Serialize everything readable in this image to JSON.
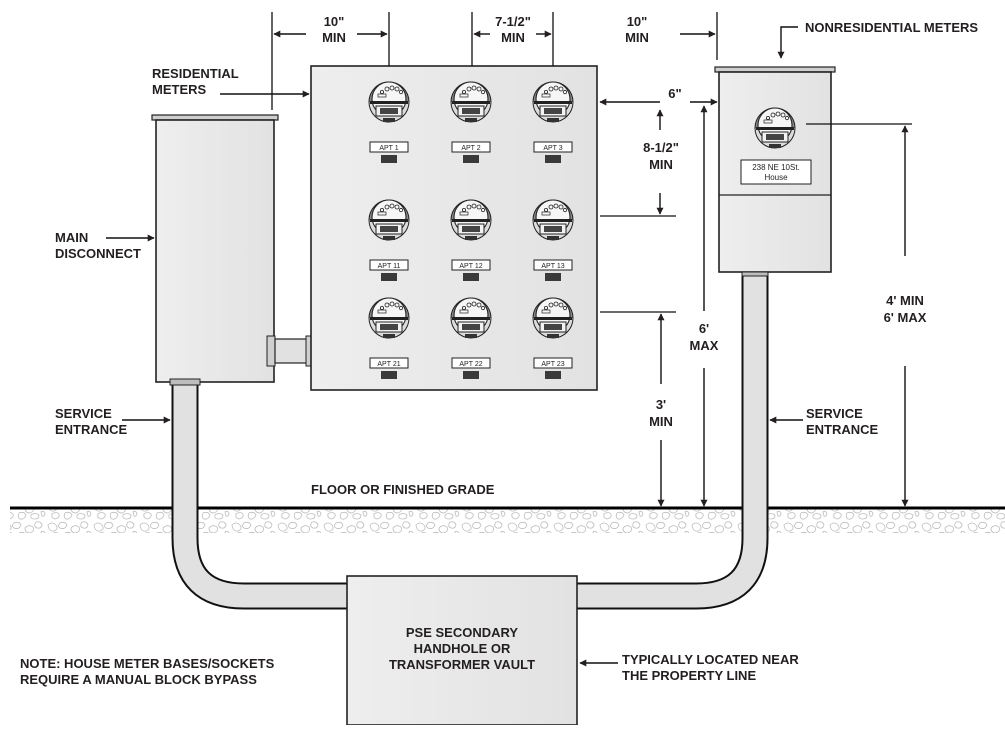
{
  "labels": {
    "residential_meters": [
      "RESIDENTIAL",
      "METERS"
    ],
    "main_disconnect": [
      "MAIN",
      "DISCONNECT"
    ],
    "service_entrance_left": [
      "SERVICE",
      "ENTRANCE"
    ],
    "service_entrance_right": [
      "SERVICE",
      "ENTRANCE"
    ],
    "nonresidential_meters": "NONRESIDENTIAL METERS",
    "floor_grade": "FLOOR OR FINISHED GRADE",
    "vault": [
      "PSE SECONDARY",
      "HANDHOLE OR",
      "TRANSFORMER VAULT"
    ],
    "note": [
      "NOTE: HOUSE METER BASES/SOCKETS",
      "REQUIRE A MANUAL BLOCK BYPASS"
    ],
    "property_line": [
      "TYPICALLY LOCATED NEAR",
      "THE PROPERTY LINE"
    ]
  },
  "dimensions": {
    "left_clearance": [
      "10\"",
      "MIN"
    ],
    "meter_spacing": [
      "7-1/2\"",
      "MIN"
    ],
    "right_clearance": [
      "10\"",
      "MIN"
    ],
    "side_gap": "6\"",
    "vertical_spacing": [
      "8-1/2\"",
      "MIN"
    ],
    "lowest_meter": [
      "3'",
      "MIN"
    ],
    "highest_meter": [
      "6'",
      "MAX"
    ],
    "house_meter_height": [
      "4' MIN",
      "6' MAX"
    ]
  },
  "meters": {
    "residential_tags": [
      "APT 1",
      "APT 2",
      "APT 3",
      "APT 11",
      "APT 12",
      "APT 13",
      "APT 21",
      "APT 22",
      "APT 23"
    ],
    "house_tag": [
      "238 NE 10St.",
      "House"
    ]
  }
}
